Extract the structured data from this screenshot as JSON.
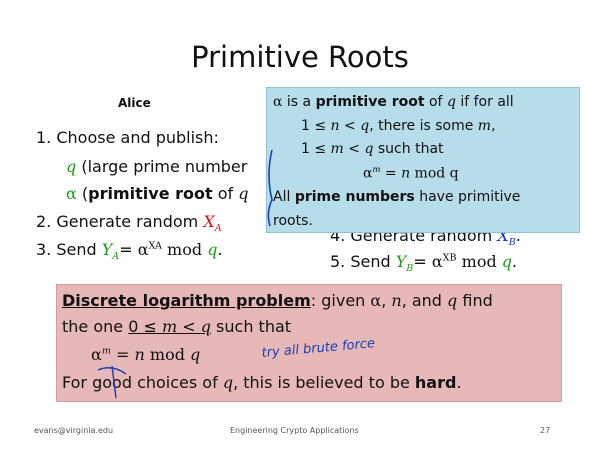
{
  "title": "Primitive Roots",
  "alice_label": "Alice",
  "steps": {
    "s1": "1. Choose and publish:",
    "s1a_var": "q",
    "s1a_text": " (large prime number",
    "s1b_alpha": "α",
    "s1b_open": " (",
    "s1b_bold": "primitive root",
    "s1b_text": " of ",
    "s1b_var": "q",
    "s2_text": "2. Generate random ",
    "s2_var": "X",
    "s2_sub": "A",
    "s3_text": "3. Send ",
    "s3_y": "Y",
    "s3_ysub": "A",
    "s3_eq": "= ",
    "s3_alpha": "α",
    "s3_sup": "XA",
    "s3_mod": " mod ",
    "s3_q": "q",
    "s3_end": "."
  },
  "bob": {
    "b4_text": "4. Generate random ",
    "b4_var": "X",
    "b4_sub": "B",
    "b4_end": ".",
    "b5_text": "5. Send ",
    "b5_y": "Y",
    "b5_ysub": "B",
    "b5_eq": "= ",
    "b5_alpha": "α",
    "b5_sup": "XB",
    "b5_mod": " mod ",
    "b5_q": "q",
    "b5_end": "."
  },
  "callout": {
    "l1_alpha": "α",
    "l1_a": " is a ",
    "l1_bold": "primitive root",
    "l1_b": " of ",
    "l1_q": "q",
    "l1_c": " if for all",
    "l2": "1 ≤ ",
    "l2_n": "n",
    "l2_b": " < ",
    "l2_q": "q",
    "l2_c": ", there is some ",
    "l2_m": "m",
    "l2_d": ",",
    "l3": "1 ≤ ",
    "l3_m": "m",
    "l3_b": " < ",
    "l3_q": "q",
    "l3_c": " such that",
    "l4_alpha": "α",
    "l4_m": "m",
    "l4_b": " = ",
    "l4_n": "n",
    "l4_c": " mod q",
    "l5_a": "All ",
    "l5_bold": "prime numbers",
    "l5_b": " have primitive",
    "l6": "roots."
  },
  "dlog": {
    "d1_bold": "Discrete logarithm problem",
    "d1_a": ": given ",
    "d1_alpha": "α",
    "d1_b": ", ",
    "d1_n": "n",
    "d1_c": ", and ",
    "d1_q": "q",
    "d1_d": " find",
    "d2_a": "the one ",
    "d2_b": "0 ≤ ",
    "d2_m": "m",
    "d2_c": " < ",
    "d2_q": "q",
    "d2_d": " such that",
    "d3_alpha": "α",
    "d3_m": "m",
    "d3_b": " = ",
    "d3_n": "n",
    "d3_c": " mod ",
    "d3_q": "q",
    "d4_a": "For good choices of ",
    "d4_q": "q",
    "d4_b": ", this is believed to be ",
    "d4_bold": "hard",
    "d4_c": "."
  },
  "handwriting": "try all brute force",
  "footer": {
    "email": "evans@virginia.edu",
    "course": "Engineering Crypto Applications",
    "page": "27"
  }
}
